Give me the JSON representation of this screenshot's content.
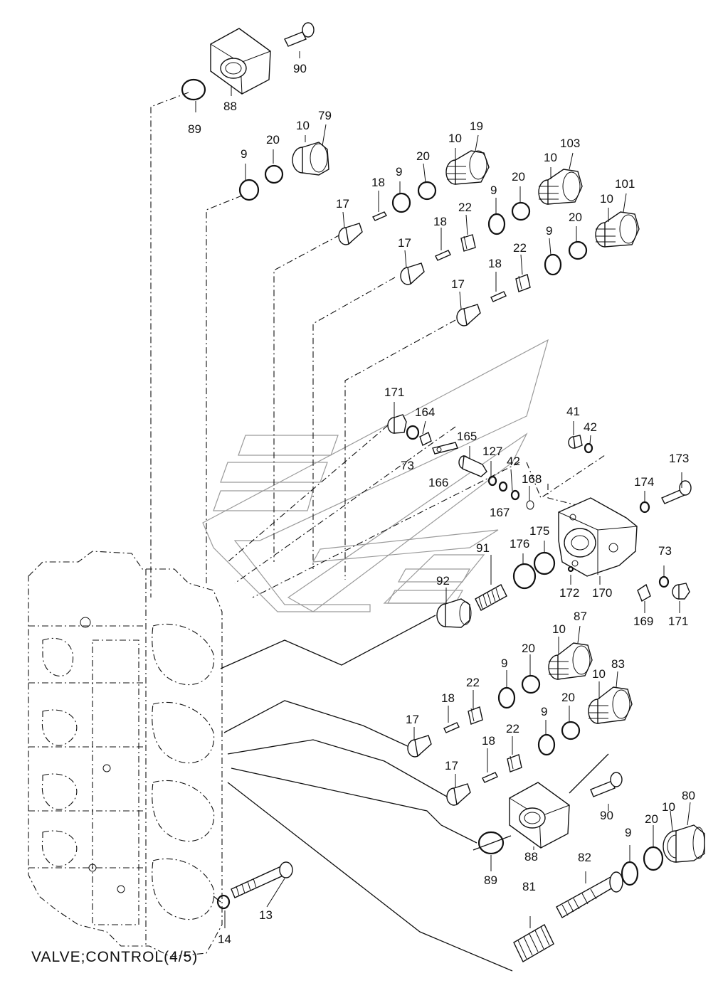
{
  "caption": "VALVE;CONTROL(4/5)",
  "callouts": {
    "c90a": "90",
    "c88a": "88",
    "c89a": "89",
    "c10a": "10",
    "c79": "79",
    "c9a": "9",
    "c20a": "20",
    "c10b": "10",
    "c19": "19",
    "c9b": "9",
    "c20b": "20",
    "c18a": "18",
    "c17a": "17",
    "c10c": "10",
    "c103": "103",
    "c20c": "20",
    "c9c": "9",
    "c22a": "22",
    "c18b": "18",
    "c17b": "17",
    "c10d": "10",
    "c101": "101",
    "c20d": "20",
    "c9d": "9",
    "c22b": "22",
    "c18c": "18",
    "c17c": "17",
    "c171a": "171",
    "c164": "164",
    "c73a": "73",
    "c165": "165",
    "c127": "127",
    "c42a": "42",
    "c166": "166",
    "c167": "167",
    "c168": "168",
    "c41": "41",
    "c42b": "42",
    "c173": "173",
    "c174": "174",
    "c176": "176",
    "c175": "175",
    "c91": "91",
    "c92": "92",
    "c172": "172",
    "c170": "170",
    "c73b": "73",
    "c169": "169",
    "c171b": "171",
    "c10e": "10",
    "c87": "87",
    "c20e": "20",
    "c9e": "9",
    "c22c": "22",
    "c18d": "18",
    "c17d": "17",
    "c10f": "10",
    "c83": "83",
    "c20f": "20",
    "c9f": "9",
    "c22d": "22",
    "c18e": "18",
    "c17e": "17",
    "c90b": "90",
    "c88b": "88",
    "c89b": "89",
    "c9g": "9",
    "c20g": "20",
    "c10g": "10",
    "c80": "80",
    "c82": "82",
    "c81": "81",
    "c13": "13",
    "c14": "14"
  },
  "colors": {
    "ink": "#111111",
    "watermark": "#9a9a9a",
    "background": "#ffffff"
  }
}
